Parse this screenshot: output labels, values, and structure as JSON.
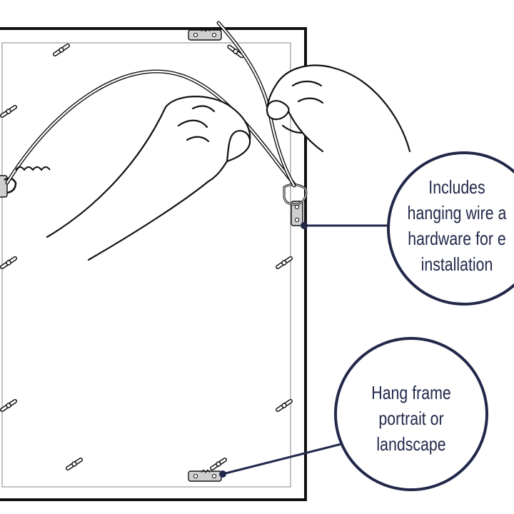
{
  "callouts": [
    {
      "lines": [
        "Includes",
        "hanging wire a",
        "hardware for e",
        "installation"
      ]
    },
    {
      "lines": [
        "Hang frame",
        "portrait or",
        "landscape"
      ]
    }
  ],
  "colors": {
    "outline": "#111111",
    "callout": "#22284a",
    "hardware": "#c8c8c8",
    "background": "#ffffff"
  },
  "icons": [
    "d-ring-hanger-icon",
    "sawtooth-hanger-icon",
    "turn-button-icon"
  ]
}
